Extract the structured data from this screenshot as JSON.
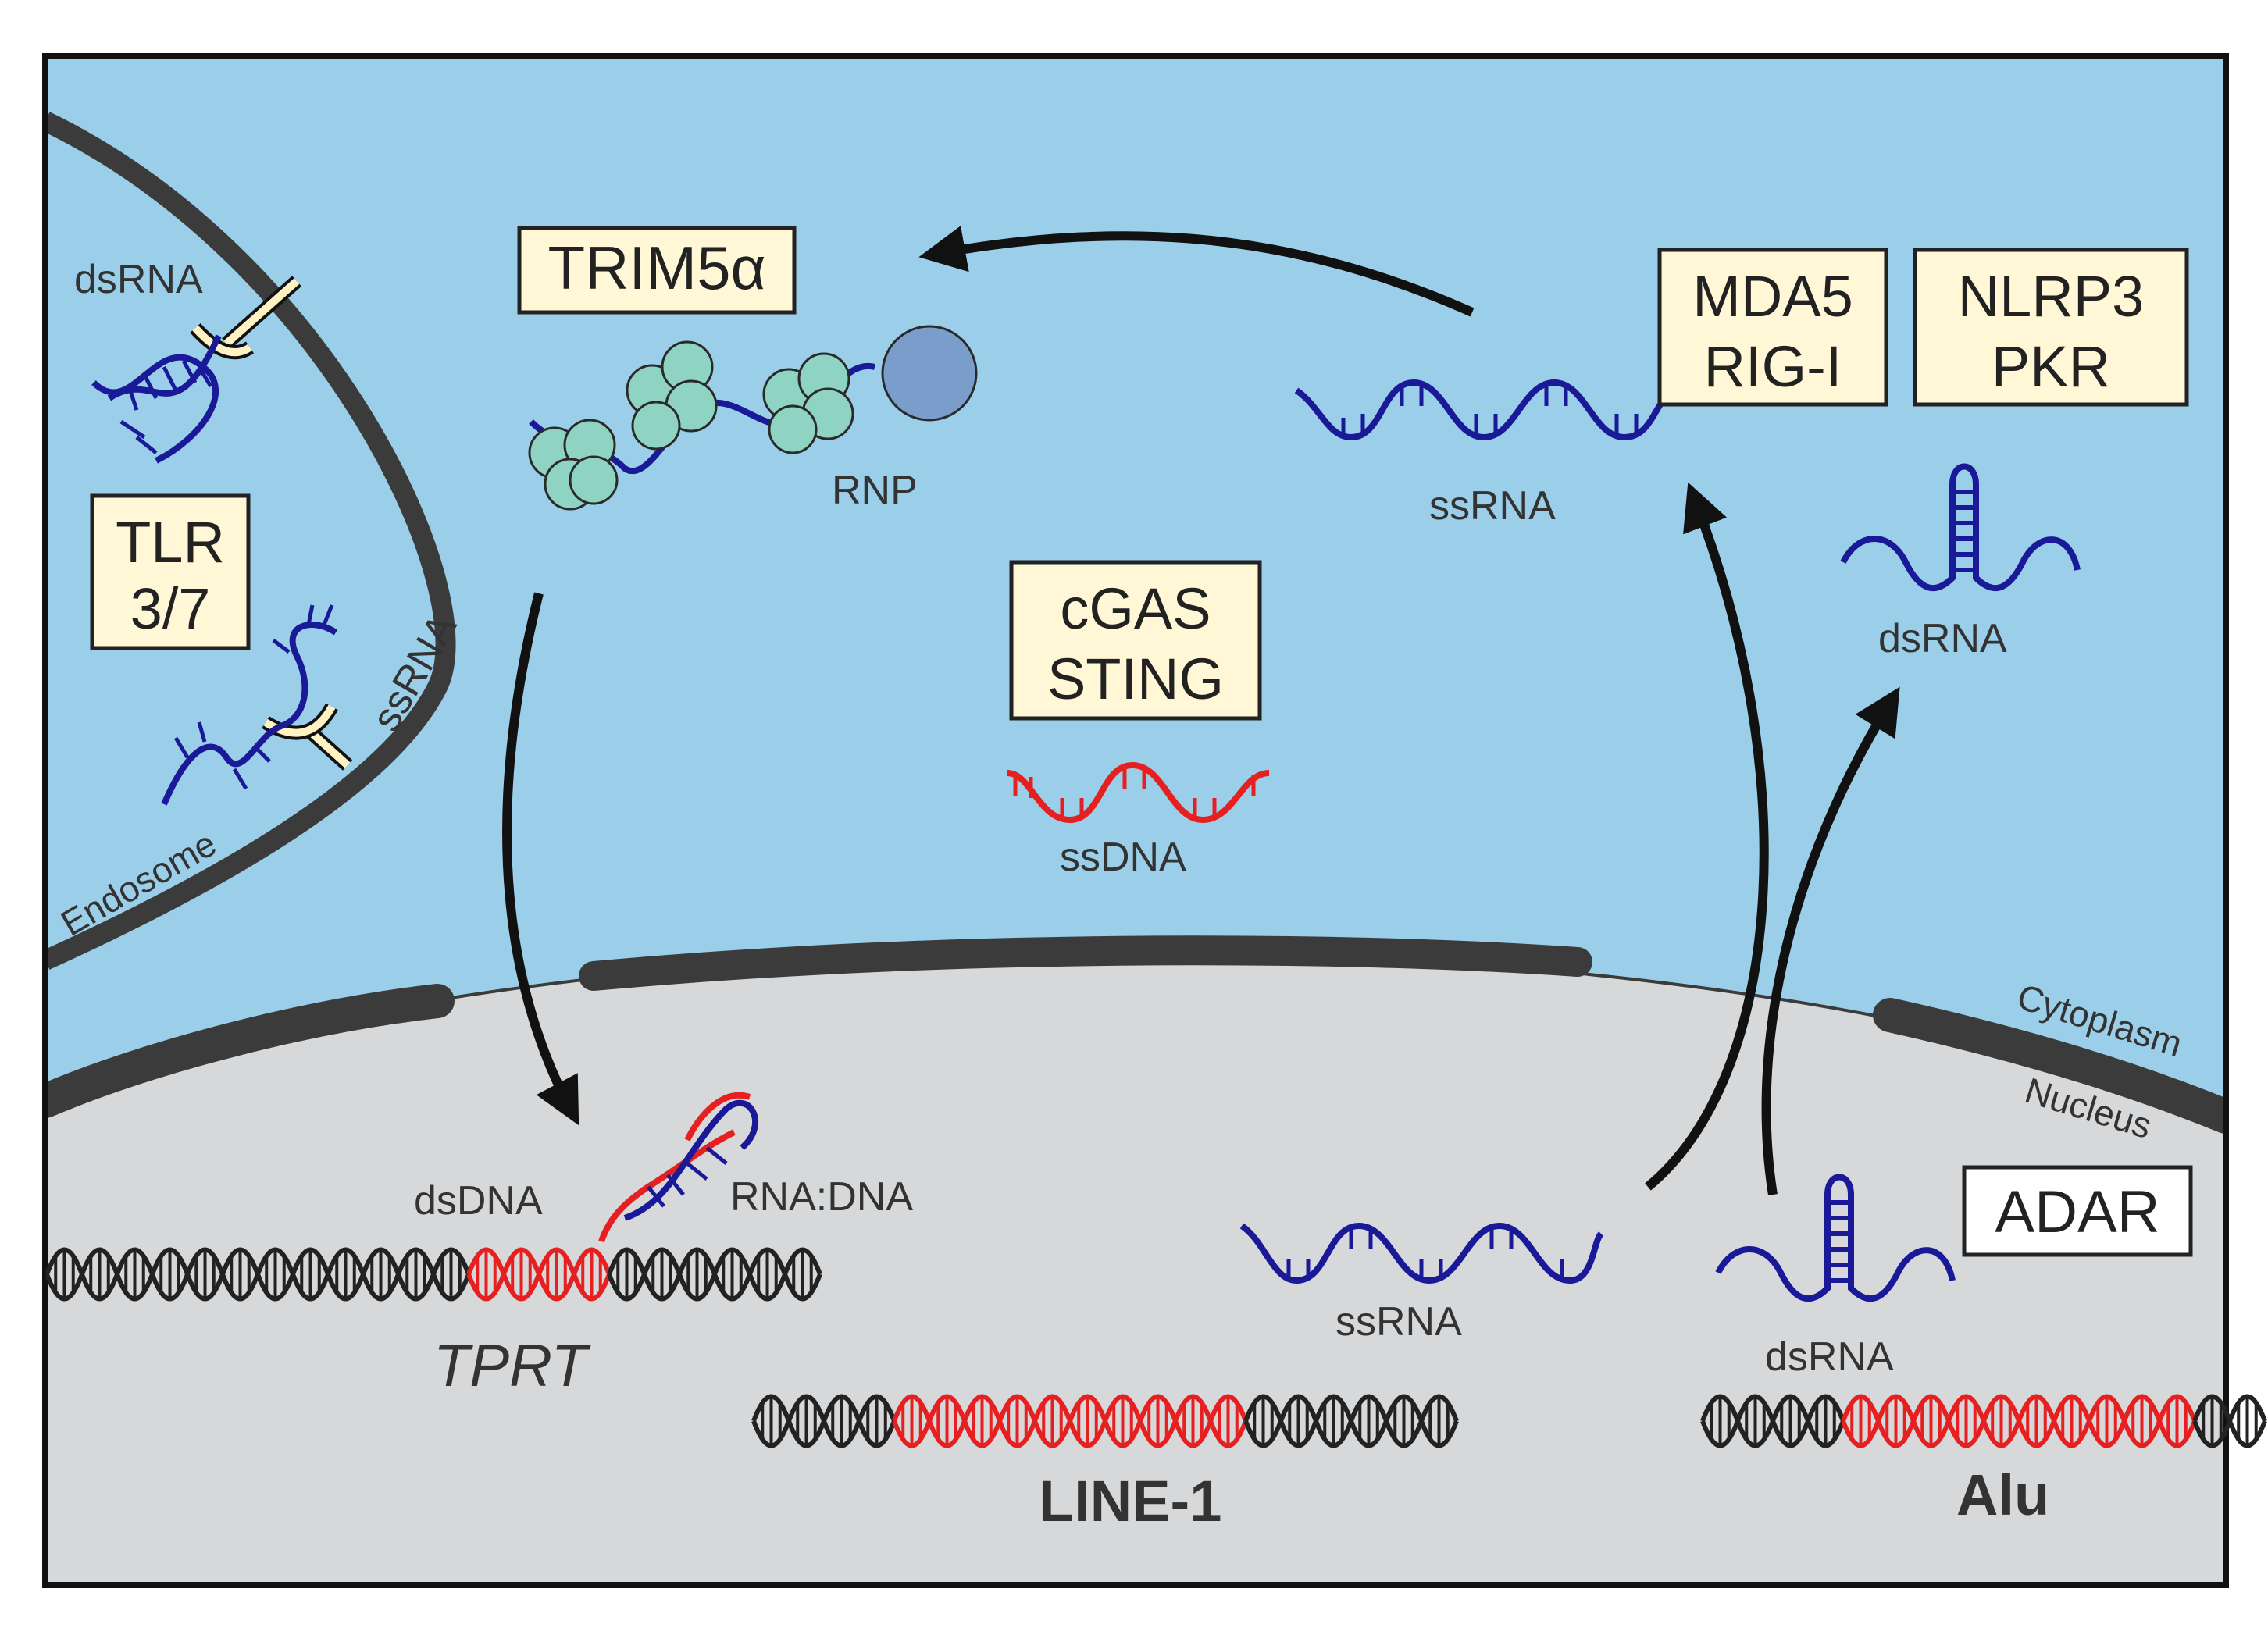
{
  "labels": {
    "dsrna_endosome": "dsRNA",
    "ssrna_endosome": "ssRNA",
    "endosome": "Endosome",
    "rnp": "RNP",
    "ssrna_cyto": "ssRNA",
    "dsrna_cyto": "dsRNA",
    "ssdna": "ssDNA",
    "cytoplasm": "Cytoplasm",
    "nucleus": "Nucleus",
    "dsdna": "dsDNA",
    "rna_dna": "RNA:DNA",
    "tprt": "TPRT",
    "ssrna_nuc": "ssRNA",
    "dsrna_nuc": "dsRNA",
    "line1": "LINE-1",
    "alu": "Alu"
  },
  "boxes": {
    "trim5a": {
      "line1": "TRIM5α"
    },
    "tlr": {
      "line1": "TLR",
      "line2": "3/7"
    },
    "cgas": {
      "line1": "cGAS",
      "line2": "STING"
    },
    "mda5": {
      "line1": "MDA5",
      "line2": "RIG-I"
    },
    "nlrp3": {
      "line1": "NLRP3",
      "line2": "PKR"
    },
    "adar": {
      "line1": "ADAR"
    }
  },
  "colors": {
    "cytoplasm": "#9bcfe9",
    "nucleus": "#d6d8da",
    "membrane": "#3b3b3b",
    "rna": "#1a1a99",
    "dna_red": "#e62020",
    "dna_black": "#222222",
    "protein": "#8fd3c3",
    "box_fill": "#fff7d6",
    "rnp_ball": "#7a9dcb"
  }
}
